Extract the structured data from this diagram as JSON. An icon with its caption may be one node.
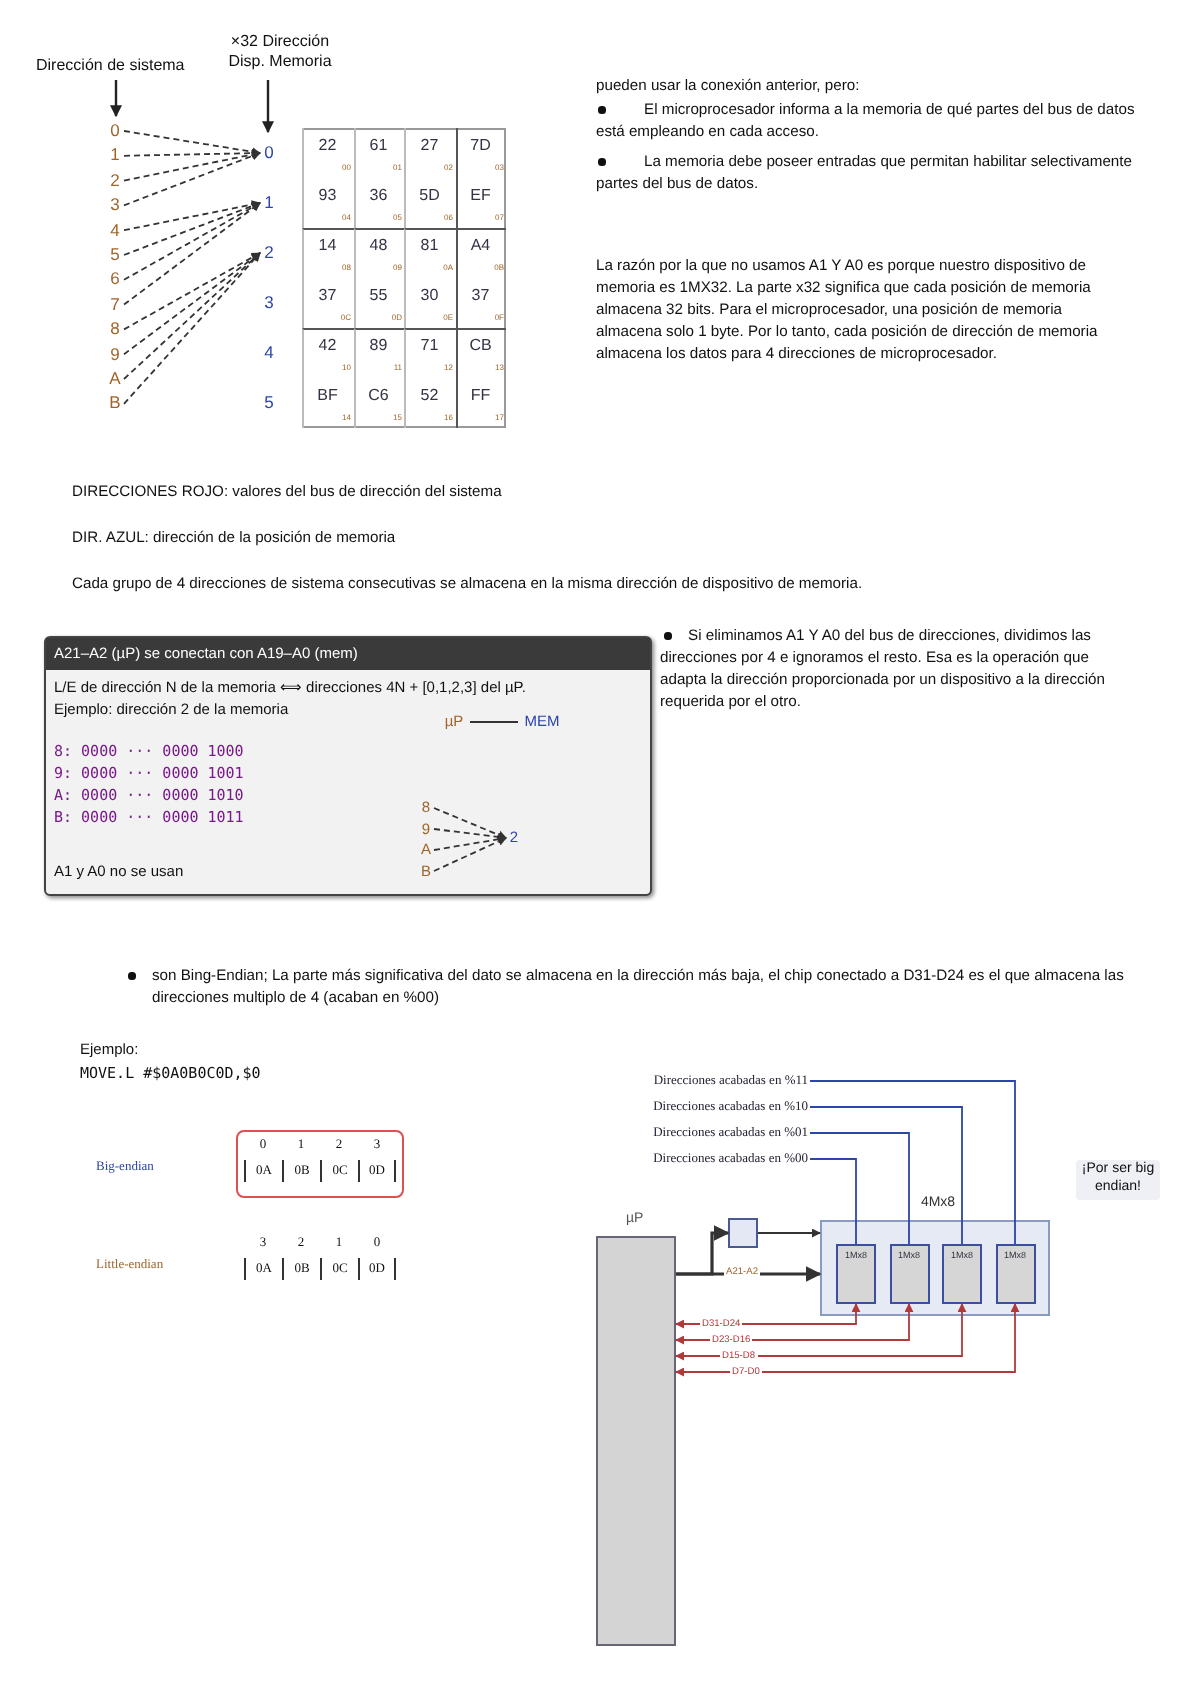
{
  "diagram": {
    "nodes": [
      {
        "text": [
          "0"
        ]
      },
      {
        "text": [
          "1"
        ]
      },
      {
        "text": [
          "2"
        ]
      },
      {
        "text": [
          "3"
        ]
      },
      {
        "text": [
          "4"
        ]
      },
      {
        "text": [
          "5"
        ]
      },
      {
        "text": [
          "6"
        ]
      },
      {
        "text": [
          "7"
        ]
      },
      {
        "text": [
          "8"
        ]
      },
      {
        "text": [
          "9"
        ]
      },
      {
        "text": [
          "A"
        ]
      },
      {
        "text": [
          "B"
        ]
      },
      {
        "text": [
          "0"
        ]
      },
      {
        "text": [
          "1"
        ]
      },
      {
        "text": [
          "2"
        ]
      },
      {
        "text": [
          "3"
        ]
      },
      {
        "text": [
          "4"
        ]
      },
      {
        "text": [
          "5"
        ]
      },
      {
        "text": [
          "A21–A2 (µP) se conectan con A19–A0 (mem)",
          "L/E de dirección N de la memoria ⟺ direcciones 4N + [0,1,2,3] del µP.",
          "Ejemplo: dirección 2 de la memoria",
          "8: 0000 ··· 0000 1000",
          "9: 0000 ··· 0000 1001",
          "A: 0000 ··· 0000 1010",
          "B: 0000 ··· 0000 1011",
          "A1 y A0 no se usan"
        ]
      },
      {
        "text": [
          "µP"
        ],
        "in": 18
      },
      {
        "text": [
          "MEM"
        ],
        "in": 18
      },
      {
        "text": [
          "8"
        ],
        "in": 18
      },
      {
        "text": [
          "9"
        ],
        "in": 18
      },
      {
        "text": [
          "A"
        ],
        "in": 18
      },
      {
        "text": [
          "B"
        ],
        "in": 18
      },
      {
        "text": [
          "2"
        ],
        "in": 18
      },
      {
        "text": [
          "µP"
        ]
      },
      {
        "text": [],
        "shape": "box"
      },
      {
        "text": [
          "4Mx8"
        ]
      },
      {
        "text": [
          "1Mx8"
        ],
        "in": 28
      },
      {
        "text": [
          "1Mx8"
        ],
        "in": 28
      },
      {
        "text": [
          "1Mx8"
        ],
        "in": 28
      },
      {
        "text": [
          "1Mx8"
        ],
        "in": 28
      },
      {
        "text": [
          "Direcciones acabadas en %11"
        ]
      },
      {
        "text": [
          "Direcciones acabadas en %10"
        ]
      },
      {
        "text": [
          "Direcciones acabadas en %01"
        ]
      },
      {
        "text": [
          "Direcciones acabadas en %00"
        ]
      }
    ],
    "edges": [
      {
        "from": 0,
        "to": 12,
        "arrow": "to",
        "style": "dashed"
      },
      {
        "from": 1,
        "to": 12,
        "arrow": "to",
        "style": "dashed"
      },
      {
        "from": 2,
        "to": 12,
        "arrow": "to",
        "style": "dashed"
      },
      {
        "from": 3,
        "to": 12,
        "arrow": "to",
        "style": "dashed"
      },
      {
        "from": 4,
        "to": 13,
        "arrow": "to",
        "style": "dashed"
      },
      {
        "from": 5,
        "to": 13,
        "arrow": "to",
        "style": "dashed"
      },
      {
        "from": 6,
        "to": 13,
        "arrow": "to",
        "style": "dashed"
      },
      {
        "from": 7,
        "to": 13,
        "arrow": "to",
        "style": "dashed"
      },
      {
        "from": 8,
        "to": 14,
        "arrow": "to",
        "style": "dashed"
      },
      {
        "from": 9,
        "to": 14,
        "arrow": "to",
        "style": "dashed"
      },
      {
        "from": 10,
        "to": 14,
        "arrow": "to",
        "style": "dashed"
      },
      {
        "from": 11,
        "to": 14,
        "arrow": "to",
        "style": "dashed"
      },
      {
        "from": 19,
        "to": 20,
        "arrow": "none"
      },
      {
        "from": 21,
        "to": 25,
        "arrow": "to",
        "style": "dashed"
      },
      {
        "from": 22,
        "to": 25,
        "arrow": "to",
        "style": "dashed"
      },
      {
        "from": 23,
        "to": 25,
        "arrow": "to",
        "style": "dashed"
      },
      {
        "from": 24,
        "to": 25,
        "arrow": "to",
        "style": "dashed"
      },
      {
        "from": 26,
        "to": 27,
        "arrow": "to"
      },
      {
        "from": 27,
        "to": 28,
        "arrow": "to"
      },
      {
        "from": 26,
        "to": 28,
        "arrow": "to",
        "label": "A21-A2"
      },
      {
        "from": 29,
        "to": 26,
        "arrow": "both",
        "label": "D31-D24",
        "color": "#b03a3a"
      },
      {
        "from": 30,
        "to": 26,
        "arrow": "both",
        "label": "D23-D16",
        "color": "#b03a3a"
      },
      {
        "from": 31,
        "to": 26,
        "arrow": "both",
        "label": "D15-D8",
        "color": "#b03a3a"
      },
      {
        "from": 32,
        "to": 26,
        "arrow": "both",
        "label": "D7-D0",
        "color": "#b03a3a"
      },
      {
        "from": 33,
        "to": 32,
        "arrow": "none",
        "color": "#2b45a8"
      },
      {
        "from": 34,
        "to": 31,
        "arrow": "none",
        "color": "#2b45a8"
      },
      {
        "from": 35,
        "to": 30,
        "arrow": "none",
        "color": "#2b45a8"
      },
      {
        "from": 36,
        "to": 29,
        "arrow": "none",
        "color": "#2b45a8"
      }
    ],
    "labels": [
      "Dirección de sistema",
      "×32 Dirección Disp. Memoria",
      "22",
      "00",
      "61",
      "01",
      "27",
      "02",
      "7D",
      "03",
      "93",
      "04",
      "36",
      "05",
      "5D",
      "06",
      "EF",
      "07",
      "14",
      "08",
      "48",
      "09",
      "81",
      "0A",
      "A4",
      "0B",
      "37",
      "0C",
      "55",
      "0D",
      "30",
      "0E",
      "37",
      "0F",
      "42",
      "10",
      "89",
      "11",
      "71",
      "12",
      "CB",
      "13",
      "BF",
      "14",
      "C6",
      "15",
      "52",
      "16",
      "FF",
      "17",
      "pueden usar la conexión anterior, pero:",
      "El microprocesador informa a la memoria de qué partes del bus de datos está empleando en cada acceso.",
      "La memoria debe poseer entradas que permitan habilitar selectivamente partes del bus de datos.",
      "La razón por la que no usamos A1 Y A0 es porque nuestro dispositivo de memoria es 1MX32. La parte x32 significa que cada posición de memoria almacena 32 bits. Para el microprocesador, una posición de memoria almacena solo 1 byte. Por lo tanto, cada posición de dirección de memoria almacena los datos para 4 direcciones de microprocesador.",
      "DIRECCIONES ROJO: valores del bus de dirección del sistema",
      "DIR. AZUL: dirección de la posición de memoria",
      "Cada grupo de 4 direcciones de sistema consecutivas se almacena en la misma dirección de dispositivo de memoria.",
      "Si eliminamos A1 Y A0 del bus de direcciones, dividimos las direcciones por 4 e ignoramos el resto. Esa es la operación que adapta la dirección proporcionada por un dispositivo a la dirección requerida por el otro.",
      "son Bing-Endian; La parte más significativa del dato se almacena en la dirección más baja, el chip conectado a D31-D24 es el que almacena las direcciones multiplo de 4 (acaban en %00)",
      "Ejemplo:",
      "MOVE.L #$0A0B0C0D,$0",
      "Big-endian",
      "0",
      "1",
      "2",
      "3",
      "0A",
      "0B",
      "0C",
      "0D",
      "Little-endian",
      "3",
      "2",
      "1",
      "0",
      "0A",
      "0B",
      "0C",
      "0D",
      "¡Por ser big endian!"
    ]
  }
}
